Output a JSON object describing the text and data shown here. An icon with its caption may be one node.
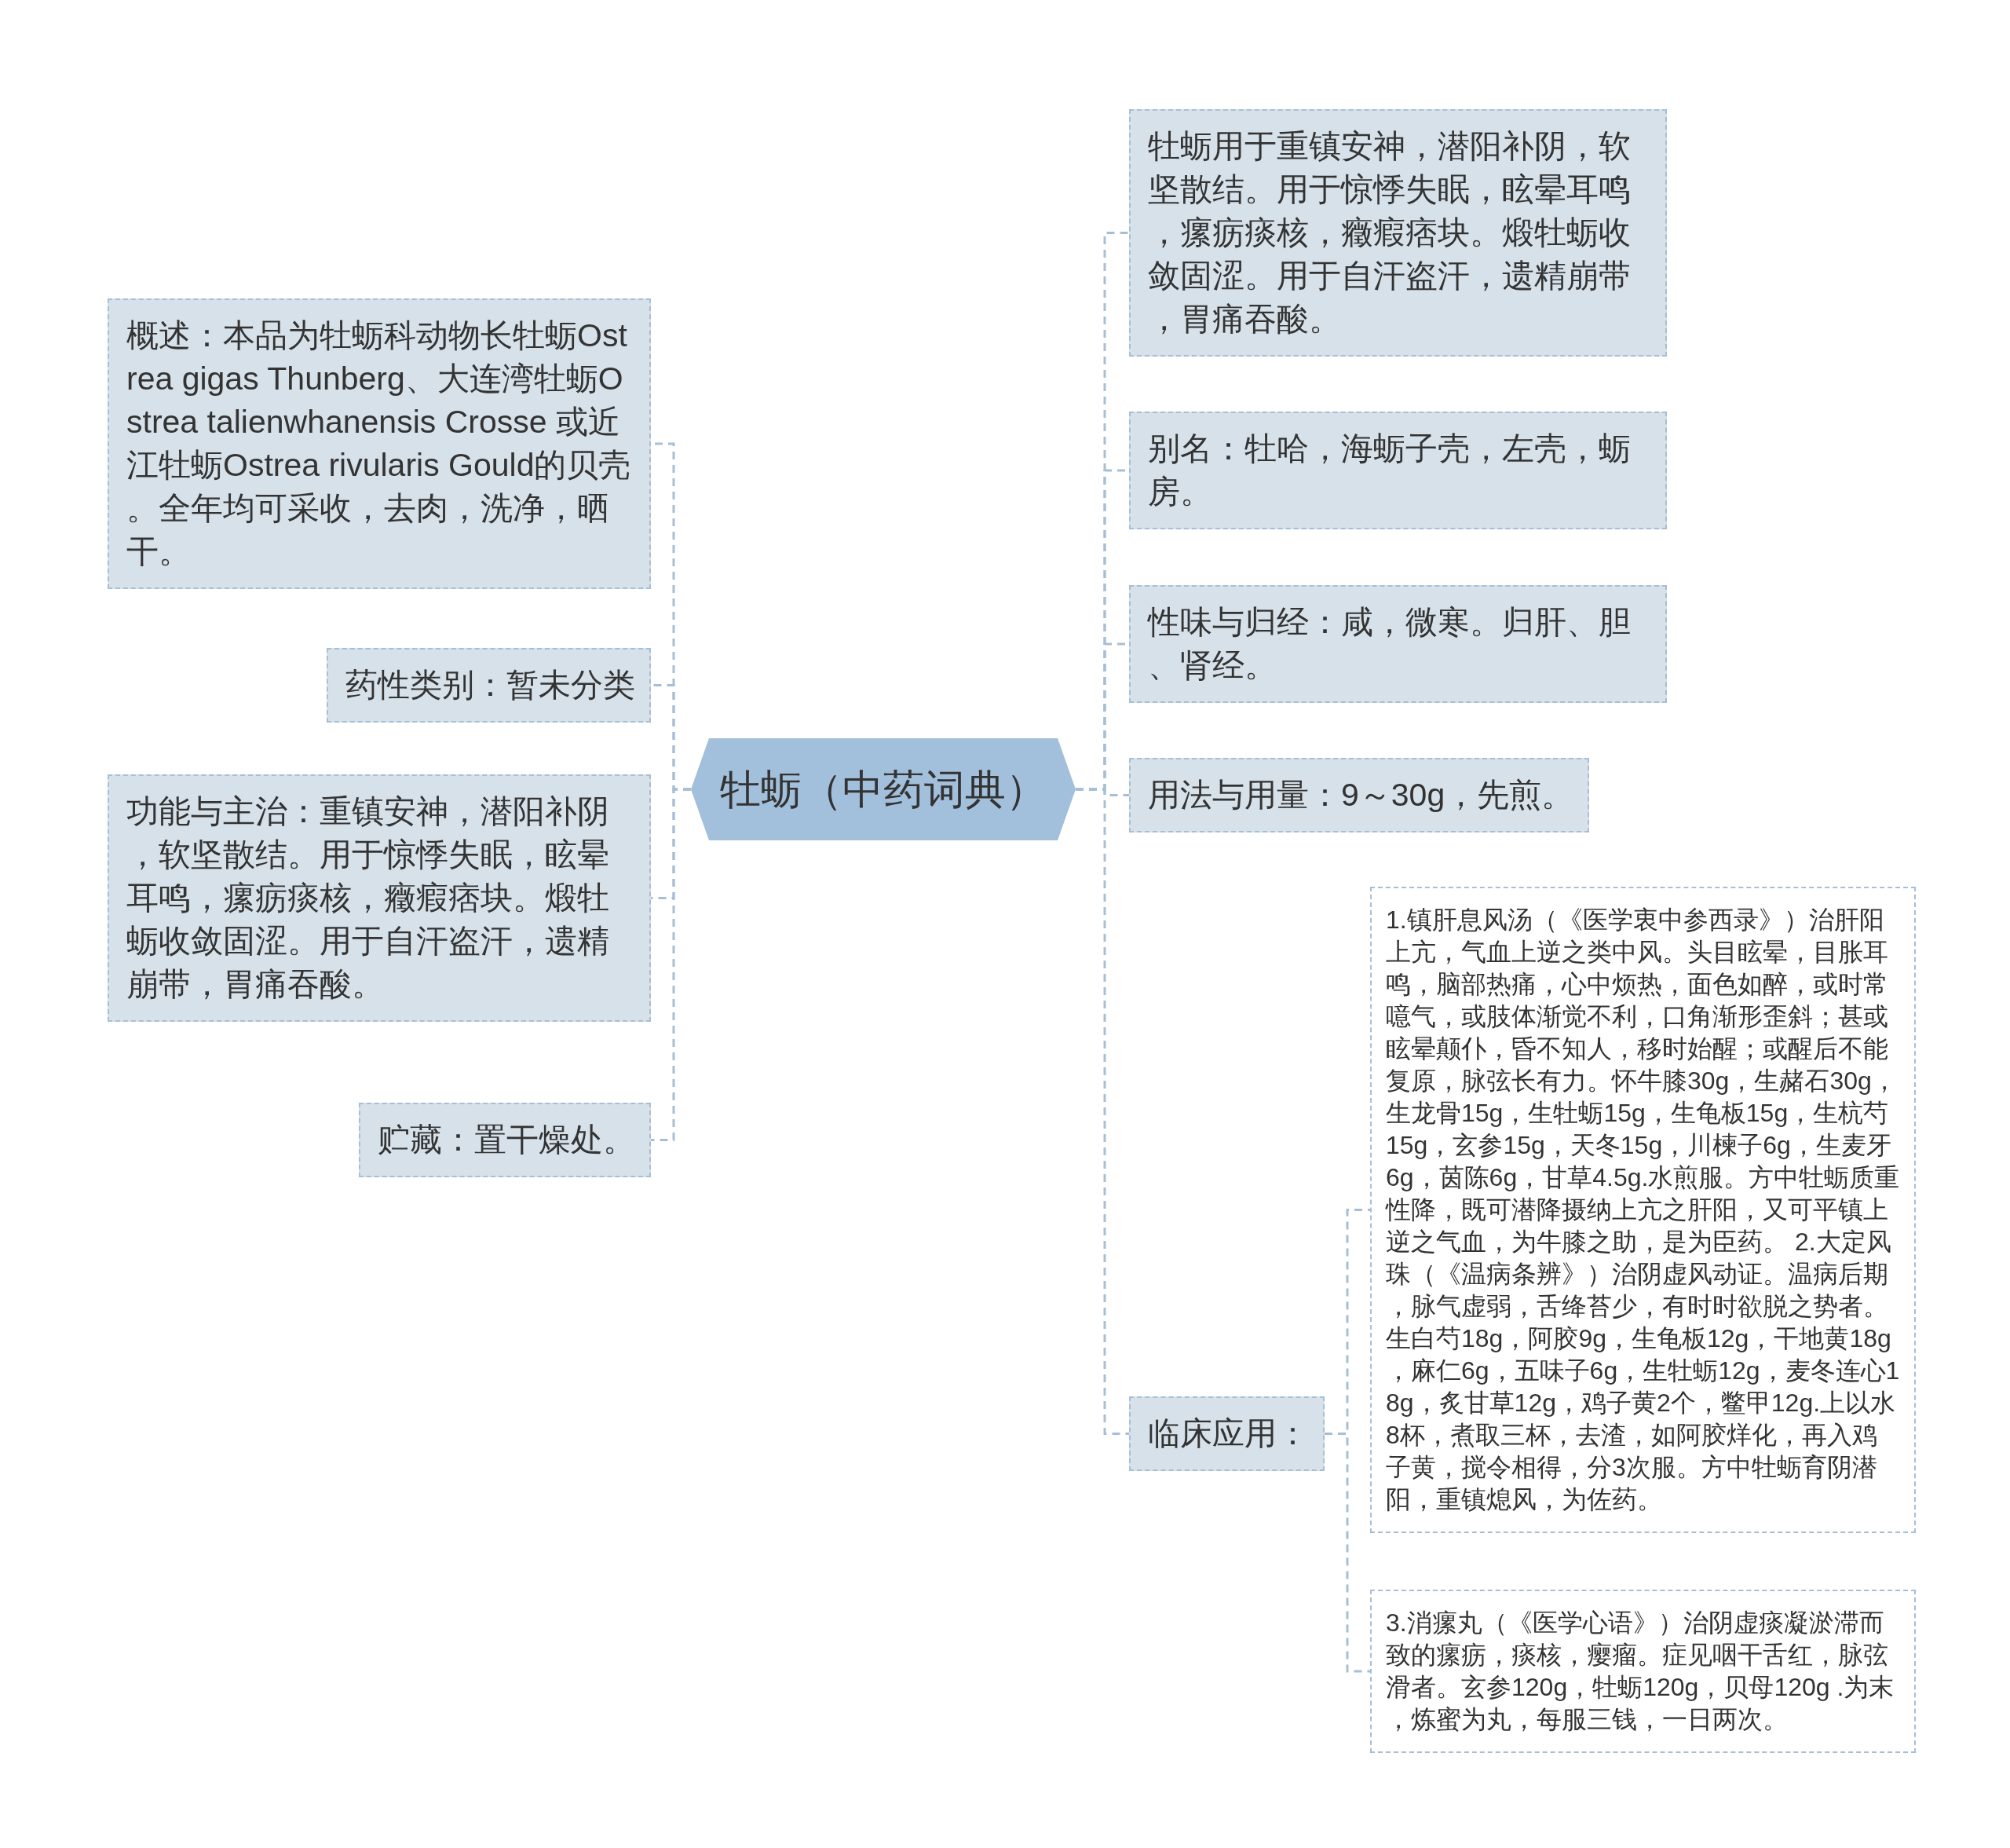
{
  "diagram": {
    "nodes": [
      {
        "text": [
          "牡蛎（中药词典）"
        ]
      },
      {
        "text": [
          "概述：本品为牡蛎科动物长牡蛎Ostrea gigas Thunberg、大连湾牡蛎Ostrea talienwhanensis Crosse 或近江牡蛎Ostrea rivularis Gould的贝壳。全年均可采收，去肉，洗净，晒干。"
        ]
      },
      {
        "text": [
          "药性类别：暂未分类"
        ]
      },
      {
        "text": [
          "功能与主治：重镇安神，潜阳补阴，软坚散结。用于惊悸失眠，眩晕耳鸣，瘰疬痰核，癥瘕痞块。煅牡蛎收敛固涩。用于自汗盗汗，遗精崩带，胃痛吞酸。"
        ]
      },
      {
        "text": [
          "贮藏：置干燥处。"
        ]
      },
      {
        "text": [
          "牡蛎用于重镇安神，潜阳补阴，软坚散结。用于惊悸失眠，眩晕耳鸣，瘰疬痰核，癥瘕痞块。煅牡蛎收敛固涩。用于自汗盗汗，遗精崩带，胃痛吞酸。"
        ]
      },
      {
        "text": [
          "别名：牡哈，海蛎子壳，左壳，蛎房。"
        ]
      },
      {
        "text": [
          "性味与归经：咸，微寒。归肝、胆、肾经。"
        ]
      },
      {
        "text": [
          "用法与用量：9～30g，先煎。"
        ]
      },
      {
        "text": [
          "临床应用："
        ]
      },
      {
        "text": [
          "1.镇肝息风汤（《医学衷中参西录》）治肝阳上亢，气血上逆之类中风。头目眩晕，目胀耳鸣，脑部热痛，心中烦热，面色如醉，或时常噫气，或肢体渐觉不利，口角渐形歪斜；甚或眩晕颠仆，昏不知人，移时始醒；或醒后不能复原，脉弦长有力。怀牛膝30g，生赭石30g，生龙骨15g，生牡蛎15g，生龟板15g，生杭芍15g，玄参15g，天冬15g，川楝子6g，生麦牙6g，茵陈6g，甘草4.5g.水煎服。方中牡蛎质重性降，既可潜降摄纳上亢之肝阳，又可平镇上逆之气血，为牛膝之助，是为臣药。 2.大定风珠（《温病条辨》）治阴虚风动证。温病后期，脉气虚弱，舌绛苔少，有时时欲脱之势者。生白芍18g，阿胶9g，生龟板12g，干地黄18g，麻仁6g，五味子6g，生牡蛎12g，麦冬连心18g，炙甘草12g，鸡子黄2个，鳖甲12g.上以水8杯，煮取三杯，去渣，如阿胶烊化，再入鸡子黄，搅令相得，分3次服。方中牡蛎育阴潜阳，重镇熄风，为佐药。"
        ]
      },
      {
        "text": [
          "3.消瘰丸（《医学心语》）治阴虚痰凝淤滞而致的瘰疬，痰核，瘿瘤。症见咽干舌红，脉弦滑者。玄参120g，牡蛎120g，贝母120g .为末，炼蜜为丸，每服三钱，一日两次。"
        ]
      }
    ],
    "edges": [
      {
        "from": 0,
        "to": 1,
        "arrow": "none",
        "style": "dashed"
      },
      {
        "from": 0,
        "to": 2,
        "arrow": "none",
        "style": "dashed"
      },
      {
        "from": 0,
        "to": 3,
        "arrow": "none",
        "style": "dashed"
      },
      {
        "from": 0,
        "to": 4,
        "arrow": "none",
        "style": "dashed"
      },
      {
        "from": 0,
        "to": 5,
        "arrow": "none",
        "style": "dashed"
      },
      {
        "from": 0,
        "to": 6,
        "arrow": "none",
        "style": "dashed"
      },
      {
        "from": 0,
        "to": 7,
        "arrow": "none",
        "style": "dashed"
      },
      {
        "from": 0,
        "to": 8,
        "arrow": "none",
        "style": "dashed"
      },
      {
        "from": 0,
        "to": 9,
        "arrow": "none",
        "style": "dashed"
      },
      {
        "from": 9,
        "to": 10,
        "arrow": "none",
        "style": "dashed"
      },
      {
        "from": 9,
        "to": 11,
        "arrow": "none",
        "style": "dashed"
      }
    ]
  }
}
